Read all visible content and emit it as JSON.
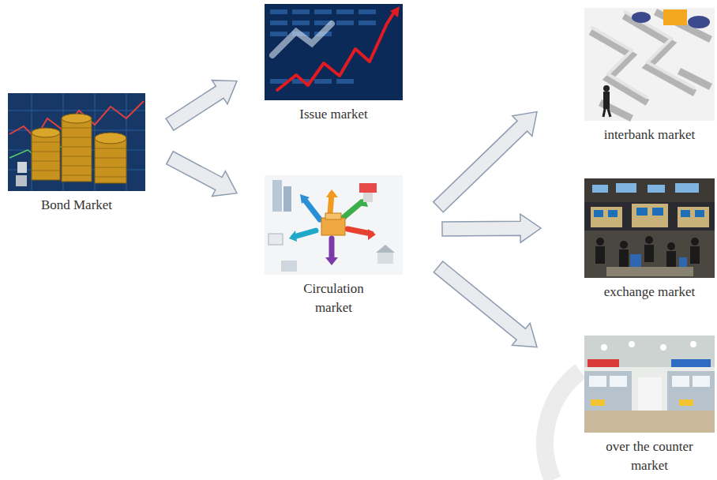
{
  "diagram": {
    "nodes": [
      {
        "text": [
          "Bond Market"
        ]
      },
      {
        "text": [
          "Issue market"
        ]
      },
      {
        "text": [
          "Circulation market"
        ]
      },
      {
        "text": [
          "interbank market"
        ]
      },
      {
        "text": [
          "exchange market"
        ]
      },
      {
        "text": [
          "over the counter market"
        ]
      }
    ],
    "edges": [
      {
        "from": 0,
        "to": 1,
        "arrow": "to"
      },
      {
        "from": 0,
        "to": 2,
        "arrow": "to"
      },
      {
        "from": 2,
        "to": 3,
        "arrow": "to"
      },
      {
        "from": 2,
        "to": 4,
        "arrow": "to"
      },
      {
        "from": 2,
        "to": 5,
        "arrow": "to"
      }
    ]
  }
}
